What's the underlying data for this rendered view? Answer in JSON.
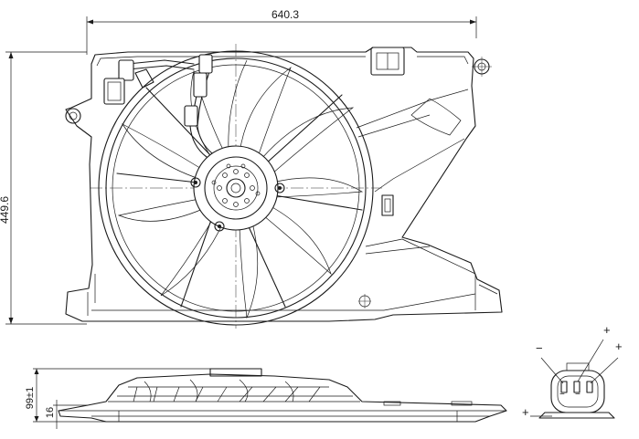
{
  "dimensions": {
    "width_label": "640.3",
    "height_label": "449.6",
    "depth_label": "99±1",
    "offset_label": "16"
  },
  "connector": {
    "pin_labels": [
      "−",
      "+",
      "+",
      "+"
    ]
  },
  "icons": {
    "front_view": "radiator-cooling-fan-front-view",
    "side_view": "fan-shroud-side-view",
    "connector": "electrical-connector-pinout"
  }
}
